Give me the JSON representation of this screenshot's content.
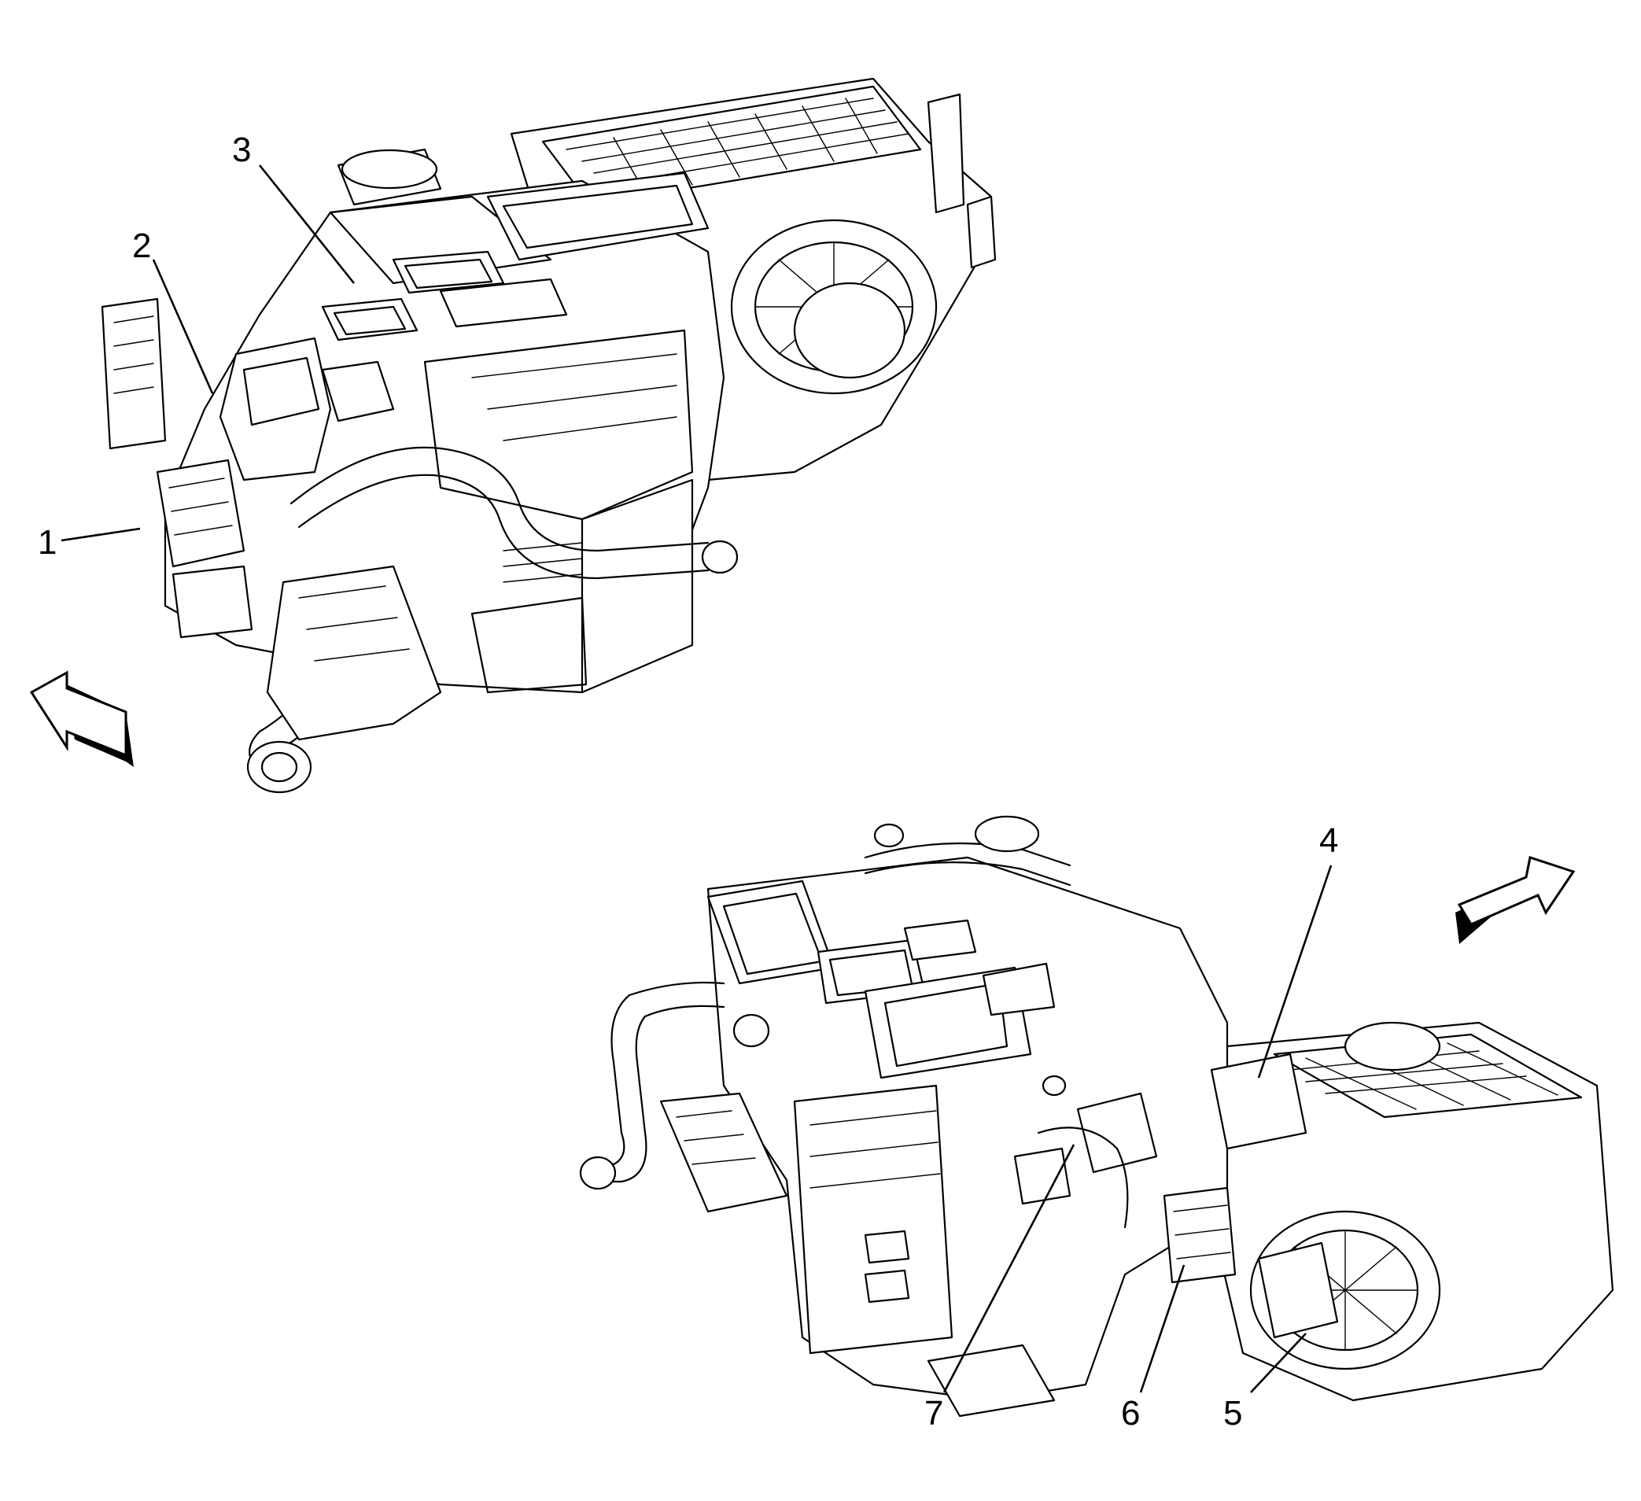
{
  "diagram": {
    "callouts": [
      {
        "id": "1",
        "label": "1"
      },
      {
        "id": "2",
        "label": "2"
      },
      {
        "id": "3",
        "label": "3"
      },
      {
        "id": "4",
        "label": "4"
      },
      {
        "id": "5",
        "label": "5"
      },
      {
        "id": "6",
        "label": "6"
      },
      {
        "id": "7",
        "label": "7"
      }
    ],
    "views": [
      {
        "name": "upper-left-assembly-view",
        "arrow_direction": "left"
      },
      {
        "name": "lower-right-assembly-view",
        "arrow_direction": "right"
      }
    ]
  }
}
